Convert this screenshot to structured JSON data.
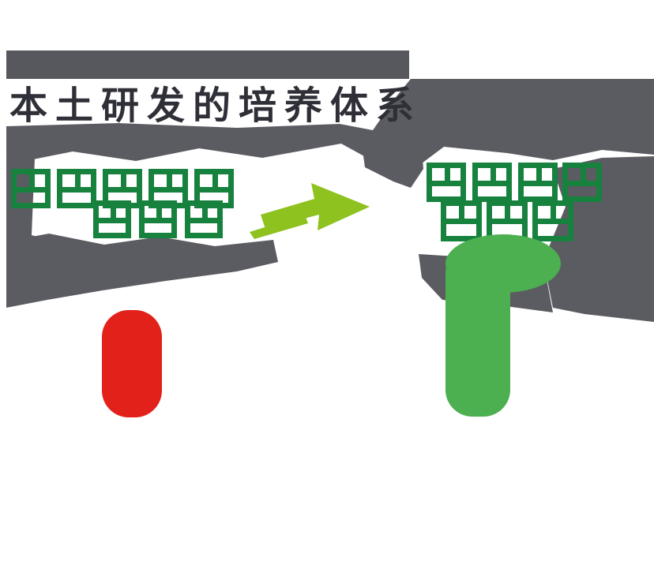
{
  "title": {
    "text": "本土研发的培养体系"
  },
  "colors": {
    "background": "#ffffff",
    "header_band": "#57575e",
    "smudge_gray": "#5b5b62",
    "title_text": "#2f2f38",
    "text_green": "#17813e",
    "bright_green": "#4caf50",
    "arrow_green": "#8dc21f",
    "red": "#e2211a"
  },
  "shapes": {
    "header_band": "gray rectangular band across the top-left",
    "top_right_cutout": "white rectangle at top-right of the band",
    "smudges": "irregular semi-transparent gray masses behind the diagram",
    "left_text_mass": "two overlapping rows of dark-green blocky glyph shapes (illegible)",
    "right_text_mass": "two overlapping rows of dark-green blocky glyph shapes (illegible)",
    "arrow": "yellow-green swoosh block arrow pointing right between the two green text masses",
    "red_pill": "vertical red rounded bar, lower-left area",
    "green_flag": "vertical green rounded bar with a rightward bulge at its top, lower-right area"
  }
}
